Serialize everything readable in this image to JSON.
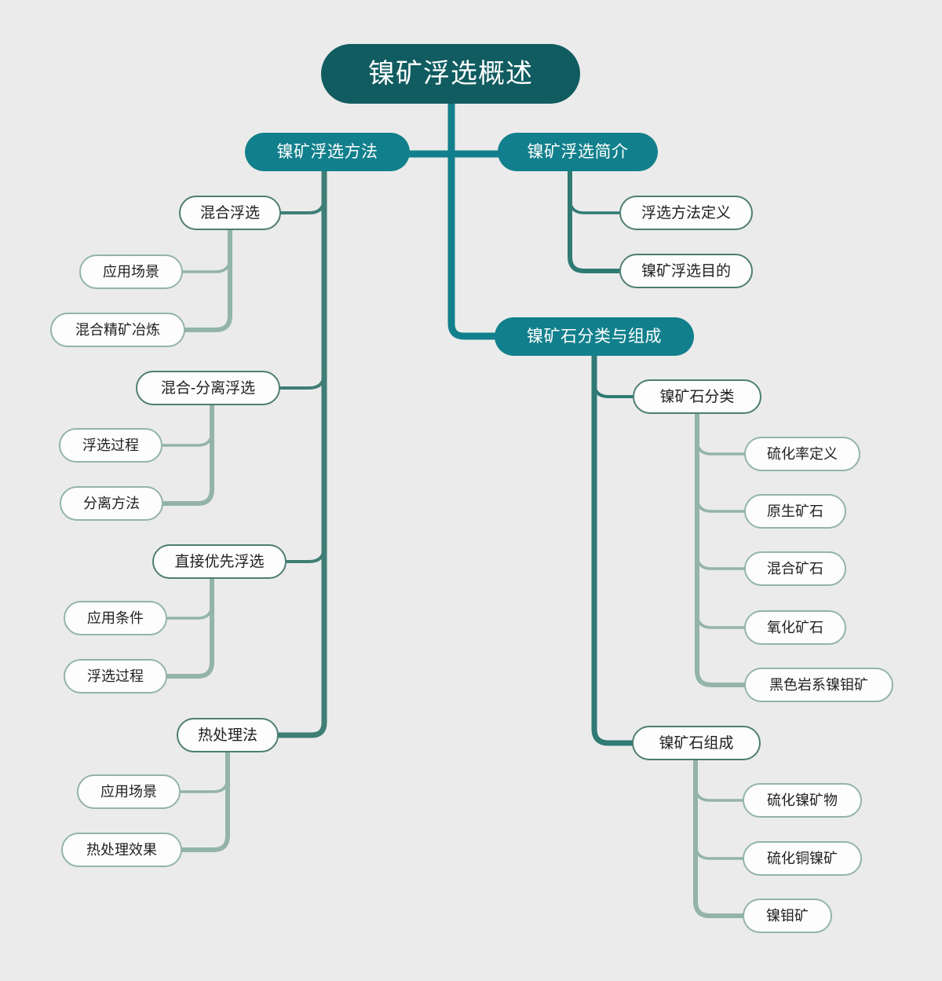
{
  "diagram": {
    "type": "mindmap",
    "title": "镍矿浮选概述",
    "colors": {
      "background": "#ebebeb",
      "root_fill": "#115C60",
      "level2_fill": "#12808C",
      "level3_border": "#4E7D72",
      "level4_border": "#93B4A7",
      "node_fill": "#fdfdfd",
      "root_text": "#ffffff",
      "node_text": "#1f1f1f"
    }
  },
  "nodes": {
    "root": {
      "label": "镍矿浮选概述"
    },
    "branch_methods": {
      "label": "镍矿浮选方法"
    },
    "branch_intro": {
      "label": "镍矿浮选简介"
    },
    "branch_classification": {
      "label": "镍矿石分类与组成"
    },
    "mixed_flotation": {
      "label": "混合浮选"
    },
    "mixed_flotation_c1": {
      "label": "应用场景"
    },
    "mixed_flotation_c2": {
      "label": "混合精矿冶炼"
    },
    "mixed_separation_flotation": {
      "label": "混合-分离浮选"
    },
    "mixed_separation_flotation_c1": {
      "label": "浮选过程"
    },
    "mixed_separation_flotation_c2": {
      "label": "分离方法"
    },
    "direct_priority_flotation": {
      "label": "直接优先浮选"
    },
    "direct_priority_flotation_c1": {
      "label": "应用条件"
    },
    "direct_priority_flotation_c2": {
      "label": "浮选过程"
    },
    "heat_treatment": {
      "label": "热处理法"
    },
    "heat_treatment_c1": {
      "label": "应用场景"
    },
    "heat_treatment_c2": {
      "label": "热处理效果"
    },
    "flotation_definition": {
      "label": "浮选方法定义"
    },
    "flotation_purpose": {
      "label": "镍矿浮选目的"
    },
    "ore_classification": {
      "label": "镍矿石分类"
    },
    "ore_classification_c1": {
      "label": "硫化率定义"
    },
    "ore_classification_c2": {
      "label": "原生矿石"
    },
    "ore_classification_c3": {
      "label": "混合矿石"
    },
    "ore_classification_c4": {
      "label": "氧化矿石"
    },
    "ore_classification_c5": {
      "label": "黑色岩系镍钼矿"
    },
    "ore_composition": {
      "label": "镍矿石组成"
    },
    "ore_composition_c1": {
      "label": "硫化镍矿物"
    },
    "ore_composition_c2": {
      "label": "硫化铜镍矿"
    },
    "ore_composition_c3": {
      "label": "镍钼矿"
    }
  }
}
